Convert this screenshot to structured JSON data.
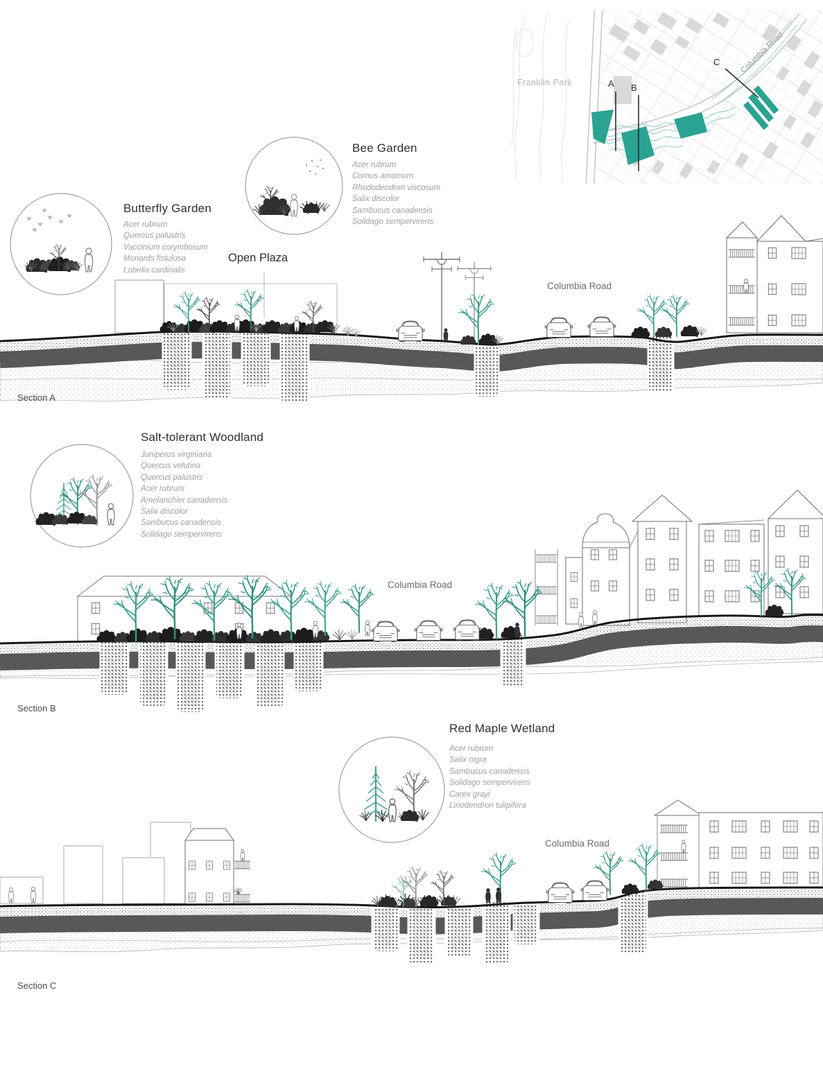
{
  "map": {
    "park_label": "Franklin Park",
    "road_label": "Columbia Road",
    "section_markers": [
      "A",
      "B",
      "C"
    ]
  },
  "palettes": [
    {
      "id": "butterfly-garden",
      "title": "Butterfly Garden",
      "species": [
        "Acer rubrum",
        "Quercus palustris",
        "Vaccinium corymbosum",
        "Monards fistulosa",
        "Lobelia cardinalis"
      ]
    },
    {
      "id": "bee-garden",
      "title": "Bee Garden",
      "species": [
        "Acer rubrum",
        "Cornus amomum",
        "Rhododendron viscosum",
        "Salix discolor",
        "Sambucus canadensis",
        "Solidago sempervirens"
      ]
    },
    {
      "id": "salt-tolerant-woodland",
      "title": "Salt-tolerant Woodland",
      "species": [
        "Juniperus virginiana",
        "Quercus velutina",
        "Quercus palustris",
        "Acer rubrum",
        "Amelanchier canadensis",
        "Salix discolor",
        "Sambucus canadensis",
        "Solidago sempervirens"
      ]
    },
    {
      "id": "red-maple-wetland",
      "title": "Red Maple Wetland",
      "species": [
        "Acer rubrum",
        "Salix nigra",
        "Sambucus canadensis",
        "Solidago sempervirens",
        "Carex grayi",
        "Liriodendron tulipifera"
      ]
    }
  ],
  "sections": [
    {
      "label": "Section A",
      "road_label": "Columbia Road",
      "plaza_label": "Open Plaza"
    },
    {
      "label": "Section B",
      "road_label": "Columbia Road"
    },
    {
      "label": "Section C",
      "road_label": "Columbia Road"
    }
  ],
  "colors": {
    "tree_teal": "#3d9f8e",
    "map_teal": "#2aa392",
    "ink": "#151515",
    "species_gray": "#9e9e9e"
  }
}
